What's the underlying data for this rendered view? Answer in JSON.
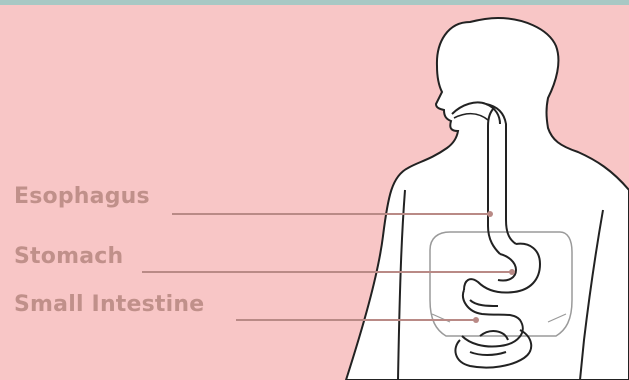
{
  "labels": {
    "esophagus": "Esophagus",
    "stomach": "Stomach",
    "small_intestine": "Small Intestine"
  },
  "colors": {
    "background": "#f8c6c6",
    "label_text": "#c0908a",
    "leader_line": "#b98a86",
    "body_fill": "#ffffff",
    "outline": "#222222",
    "top_strip": "#a8c8c4"
  }
}
